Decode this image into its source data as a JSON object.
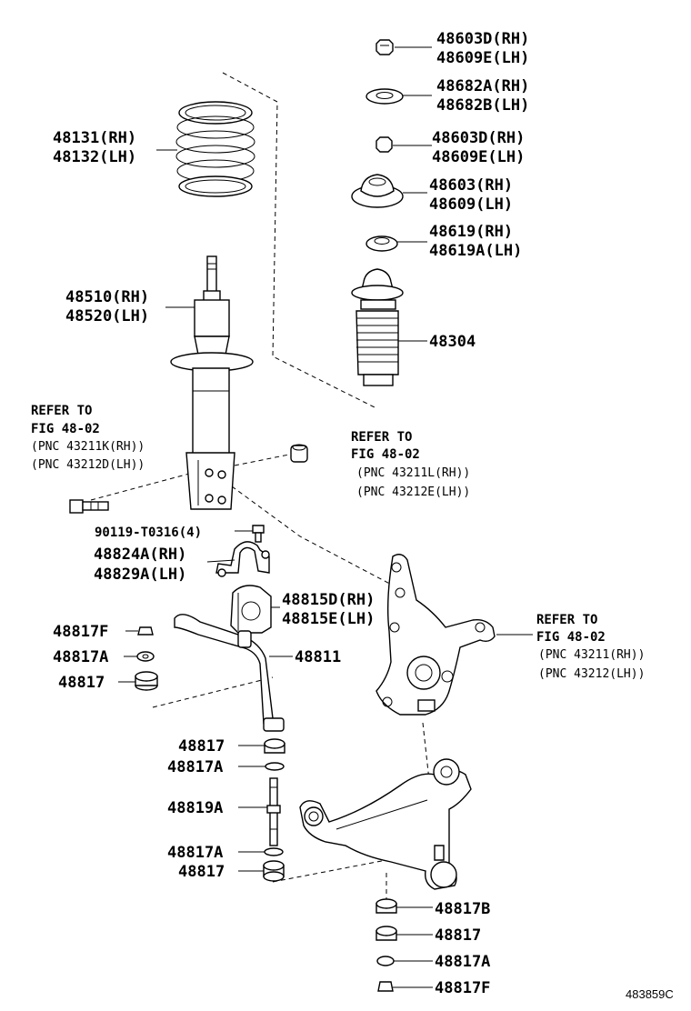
{
  "parts": {
    "p48603D": "48603D(RH)",
    "p48609E": "48609E(LH)",
    "p48682A": "48682A(RH)",
    "p48682B": "48682B(LH)",
    "p48603D_b": "48603D(RH)",
    "p48609E_b": "48609E(LH)",
    "p48603": "48603(RH)",
    "p48609": "48609(LH)",
    "p48619": "48619(RH)",
    "p48619A": "48619A(LH)",
    "p48304": "48304",
    "p48131": "48131(RH)",
    "p48132": "48132(LH)",
    "p48510": "48510(RH)",
    "p48520": "48520(LH)",
    "p90119": "90119-T0316(4)",
    "p48824A": "48824A(RH)",
    "p48829A": "48829A(LH)",
    "p48815D": "48815D(RH)",
    "p48815E": "48815E(LH)",
    "p48811": "48811",
    "p48817F_l": "48817F",
    "p48817A_l": "48817A",
    "p48817_l": "48817",
    "p48817_m1": "48817",
    "p48817A_m1": "48817A",
    "p48819A": "48819A",
    "p48817A_m2": "48817A",
    "p48817_m2": "48817",
    "p48817B_r": "48817B",
    "p48817_r": "48817",
    "p48817A_r": "48817A",
    "p48817F_r": "48817F"
  },
  "refs": {
    "left": {
      "line1": "REFER TO",
      "line2": "FIG 48-02",
      "line3": "(PNC 43211K(RH))",
      "line4": "(PNC 43212D(LH))"
    },
    "middle": {
      "line1": "REFER TO",
      "line2": "FIG 48-02",
      "line3": "(PNC 43211L(RH))",
      "line4": "(PNC 43212E(LH))"
    },
    "right": {
      "line1": "REFER TO",
      "line2": "FIG 48-02",
      "line3": "(PNC 43211(RH))",
      "line4": "(PNC 43212(LH))"
    }
  },
  "diagram_code": "483859C"
}
